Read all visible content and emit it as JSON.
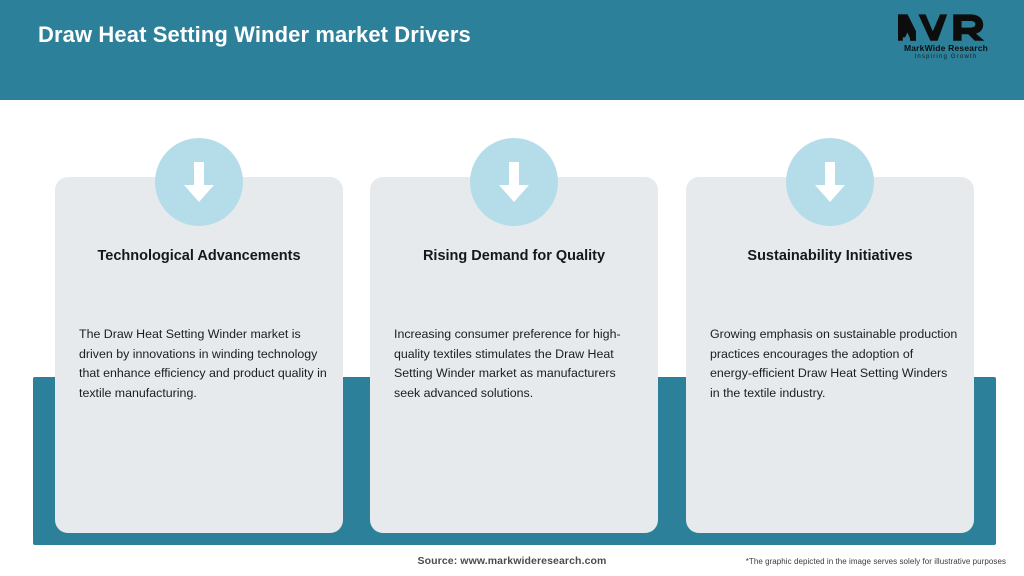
{
  "header": {
    "title": "Draw Heat Setting Winder market Drivers",
    "background_color": "#2d8099",
    "logo": {
      "mark": "MWR",
      "name": "MarkWide Research",
      "tagline": "Inspiring Growth"
    }
  },
  "theme": {
    "accent_teal": "#2d8099",
    "circle_blue": "#b5dde9",
    "card_gray": "#e6eaec",
    "title_text": "#15181a",
    "body_text": "#1b1e20",
    "page_background": "#ffffff"
  },
  "cards": [
    {
      "icon": "arrow-down-icon",
      "title": "Technological Advancements",
      "body": "The Draw Heat Setting Winder market is driven by innovations in winding technology that enhance efficiency and product quality in textile manufacturing."
    },
    {
      "icon": "arrow-down-icon",
      "title": "Rising Demand for Quality",
      "body": "Increasing consumer preference for high-quality textiles stimulates the Draw Heat Setting Winder market as manufacturers seek advanced solutions."
    },
    {
      "icon": "arrow-down-icon",
      "title": "Sustainability Initiatives",
      "body": "Growing emphasis on sustainable production practices encourages the adoption of energy-efficient Draw Heat Setting Winders in the textile industry."
    }
  ],
  "footer": {
    "source": "Source: www.markwideresearch.com",
    "disclaimer": "*The graphic depicted in the image serves solely for illustrative purposes"
  }
}
